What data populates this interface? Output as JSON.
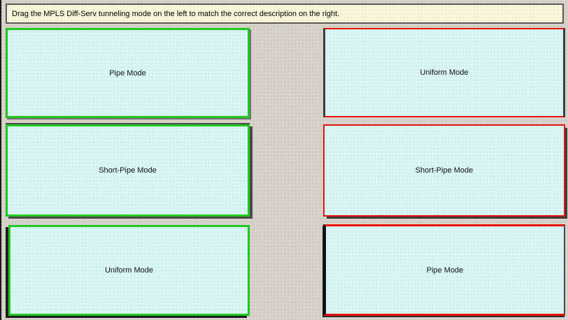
{
  "header": {
    "instruction": "Drag the MPLS Diff-Serv tunneling mode on the left to match the correct description on the right."
  },
  "left_column": {
    "role": "draggable tunneling modes",
    "items": [
      {
        "label": "Pipe Mode"
      },
      {
        "label": "Short-Pipe Mode"
      },
      {
        "label": "Uniform Mode"
      }
    ]
  },
  "right_column": {
    "role": "drop targets",
    "items": [
      {
        "label": "Uniform Mode"
      },
      {
        "label": "Short-Pipe Mode"
      },
      {
        "label": "Pipe Mode"
      }
    ]
  },
  "colors": {
    "source_border": "#22c822",
    "target_border": "#e8140c",
    "box_fill": "#d9f6f4",
    "banner_fill": "#f8f7dc",
    "canvas_background": "#d7d3cc",
    "slot_edge": "#3c3c3c"
  }
}
